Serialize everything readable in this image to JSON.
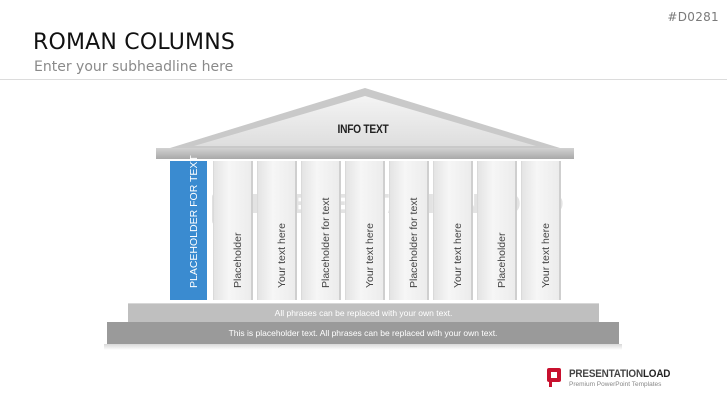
{
  "slide": {
    "code": "#D0281",
    "title": "ROMAN COLUMNS",
    "subtitle": "Enter your subheadline here"
  },
  "temple": {
    "roof_label": "INFO TEXT",
    "columns": [
      {
        "label": "PLACEHOLDER FOR TEXT",
        "highlight": true
      },
      {
        "label": "Placeholder",
        "highlight": false
      },
      {
        "label": "Your text here",
        "highlight": false
      },
      {
        "label": "Placeholder for text",
        "highlight": false
      },
      {
        "label": "Your text here",
        "highlight": false
      },
      {
        "label": "Placeholder for text",
        "highlight": false
      },
      {
        "label": "Your text here",
        "highlight": false
      },
      {
        "label": "Placeholder",
        "highlight": false
      },
      {
        "label": "Your text here",
        "highlight": false
      }
    ],
    "step_upper": "All phrases can be replaced with your own text.",
    "step_lower": "This is placeholder text. All phrases can be replaced with your own text."
  },
  "watermark": "PRESENTATIONLOAD",
  "brand": {
    "name_prefix": "PRESENTATION",
    "name_suffix": "LOAD",
    "tagline": "Premium PowerPoint Templates"
  },
  "colors": {
    "accent": "#3a8bd0",
    "brand_red": "#c8102e",
    "step_upper": "#bfbfbf",
    "step_lower": "#9a9a9a"
  }
}
